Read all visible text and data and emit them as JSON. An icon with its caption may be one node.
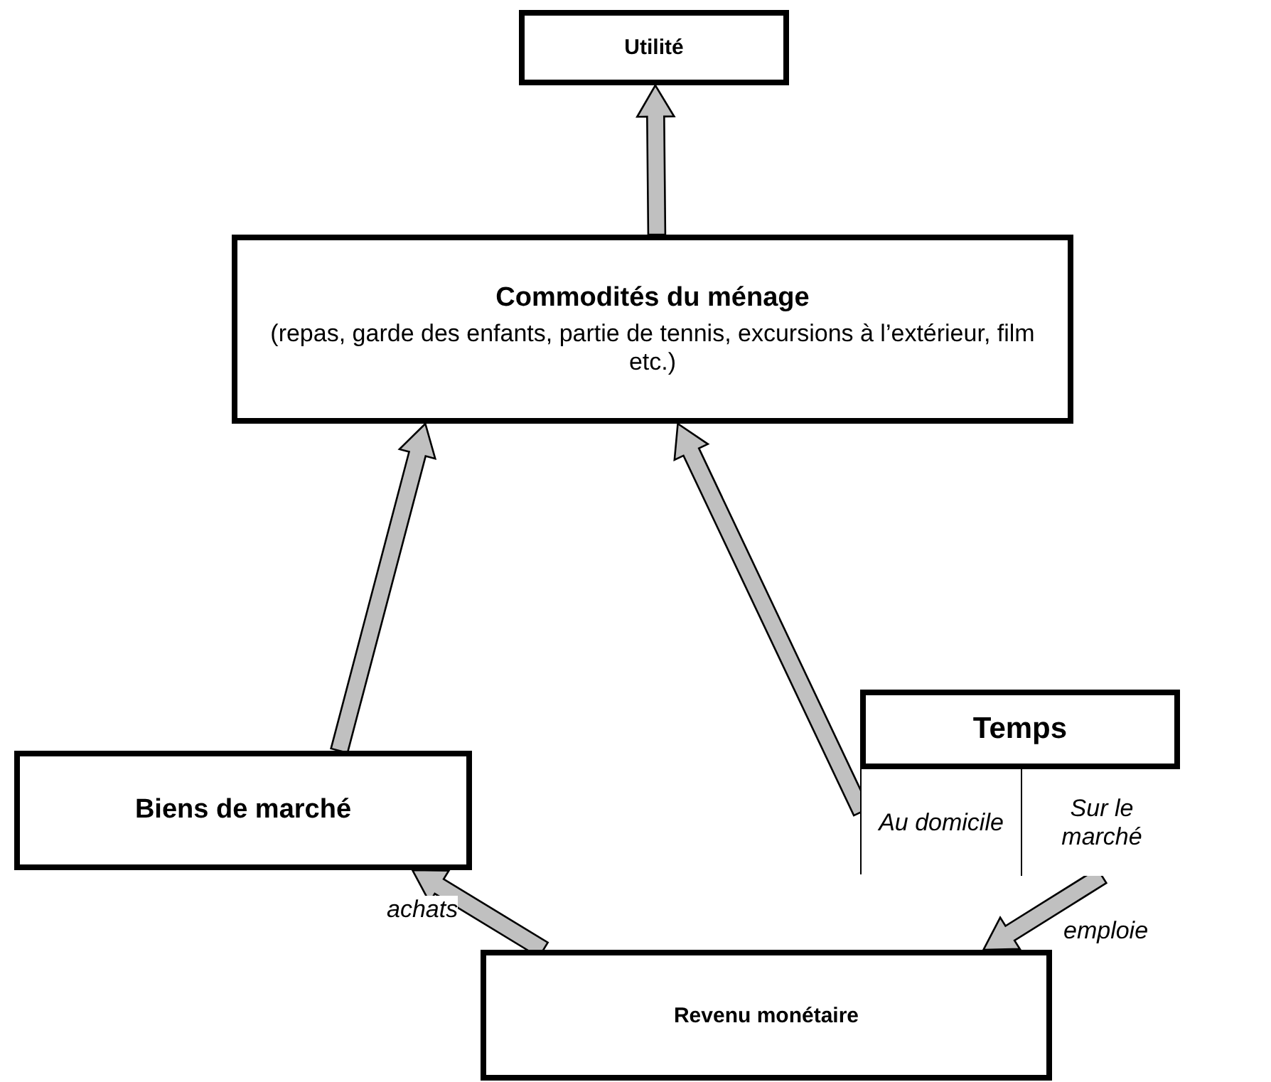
{
  "diagram": {
    "nodes": [
      {
        "text": [
          "Utilité"
        ]
      },
      {
        "text": [
          "Commodités du ménage",
          "(repas, garde des enfants, partie de tennis, excursions à l’extérieur, film etc.)"
        ]
      },
      {
        "text": [
          "Biens de marché"
        ]
      },
      {
        "text": [
          "Temps"
        ]
      },
      {
        "text": [
          "Au domicile"
        ],
        "in": 3
      },
      {
        "text": [
          "Sur le marché"
        ],
        "in": 3
      },
      {
        "text": [
          "Revenu monétaire"
        ]
      }
    ],
    "edges": [
      {
        "from": 1,
        "to": 0,
        "arrow": "to"
      },
      {
        "from": 2,
        "to": 1,
        "arrow": "to"
      },
      {
        "from": 4,
        "to": 1,
        "arrow": "to"
      },
      {
        "from": 5,
        "to": 6,
        "arrow": "to",
        "label": "emploie"
      },
      {
        "from": 6,
        "to": 2,
        "arrow": "to",
        "label": "achats"
      }
    ]
  }
}
